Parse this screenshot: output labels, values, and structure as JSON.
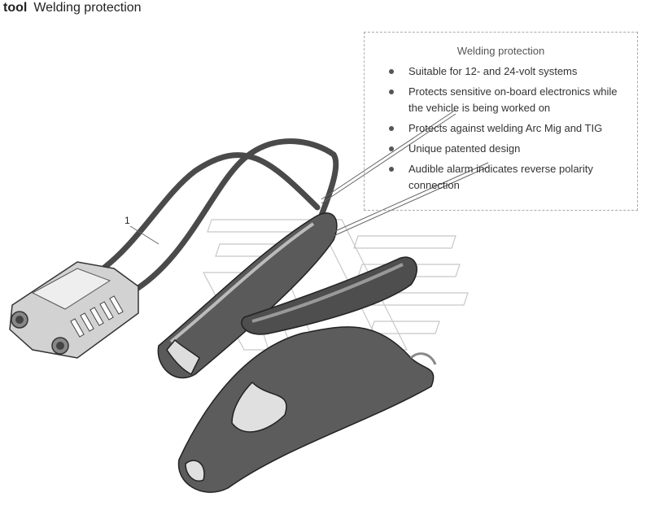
{
  "header": {
    "kind": "tool",
    "title": "Welding protection"
  },
  "callout": {
    "number": "1"
  },
  "infobox": {
    "title": "Welding protection",
    "items": [
      "Suitable for 12- and 24-volt systems",
      "Protects sensitive on-board electronics while the vehicle is being worked on",
      "Protects against welding Arc Mig and TIG",
      "Unique patented design",
      "Audible alarm indicates reverse polarity connection"
    ]
  },
  "colors": {
    "clamp_dark": "#555555",
    "clamp_light": "#dddddd",
    "cable": "#4a4a4a",
    "device_body": "#cfcfcf"
  }
}
